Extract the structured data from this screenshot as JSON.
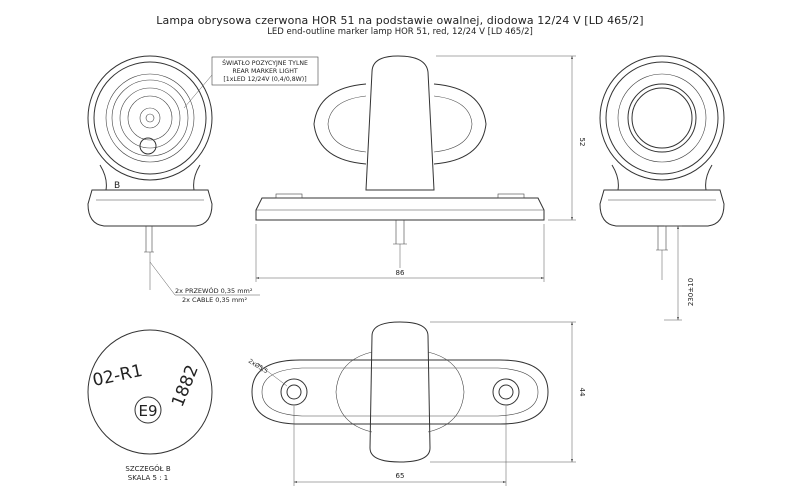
{
  "title_pl": "Lampa obrysowa czerwona HOR 51 na podstawie owalnej, diodowa 12/24 V [LD 465/2]",
  "title_en": "LED end-outline marker lamp HOR 51, red, 12/24 V [LD 465/2]",
  "label_box": [
    "ŚWIATŁO POZYCYJNE TYLNE",
    "REAR MARKER LIGHT",
    "[1xLED 12/24V (0,4/0,8W)]"
  ],
  "detail_marker": "B",
  "cable_note": [
    "2x PRZEWÓD 0,35 mm²",
    "2x CABLE 0,35 mm²"
  ],
  "dimensions": {
    "width_front": "86",
    "height_front": "52",
    "cable_length": "230±10",
    "width_top": "65",
    "height_top": "44",
    "hole": "2xØ5,5"
  },
  "detail_text": {
    "arc": "02-R1",
    "mark": "E9",
    "number": "1882"
  },
  "detail_caption": [
    "SZCZEGÓŁ B",
    "SKALA 5 : 1"
  ]
}
